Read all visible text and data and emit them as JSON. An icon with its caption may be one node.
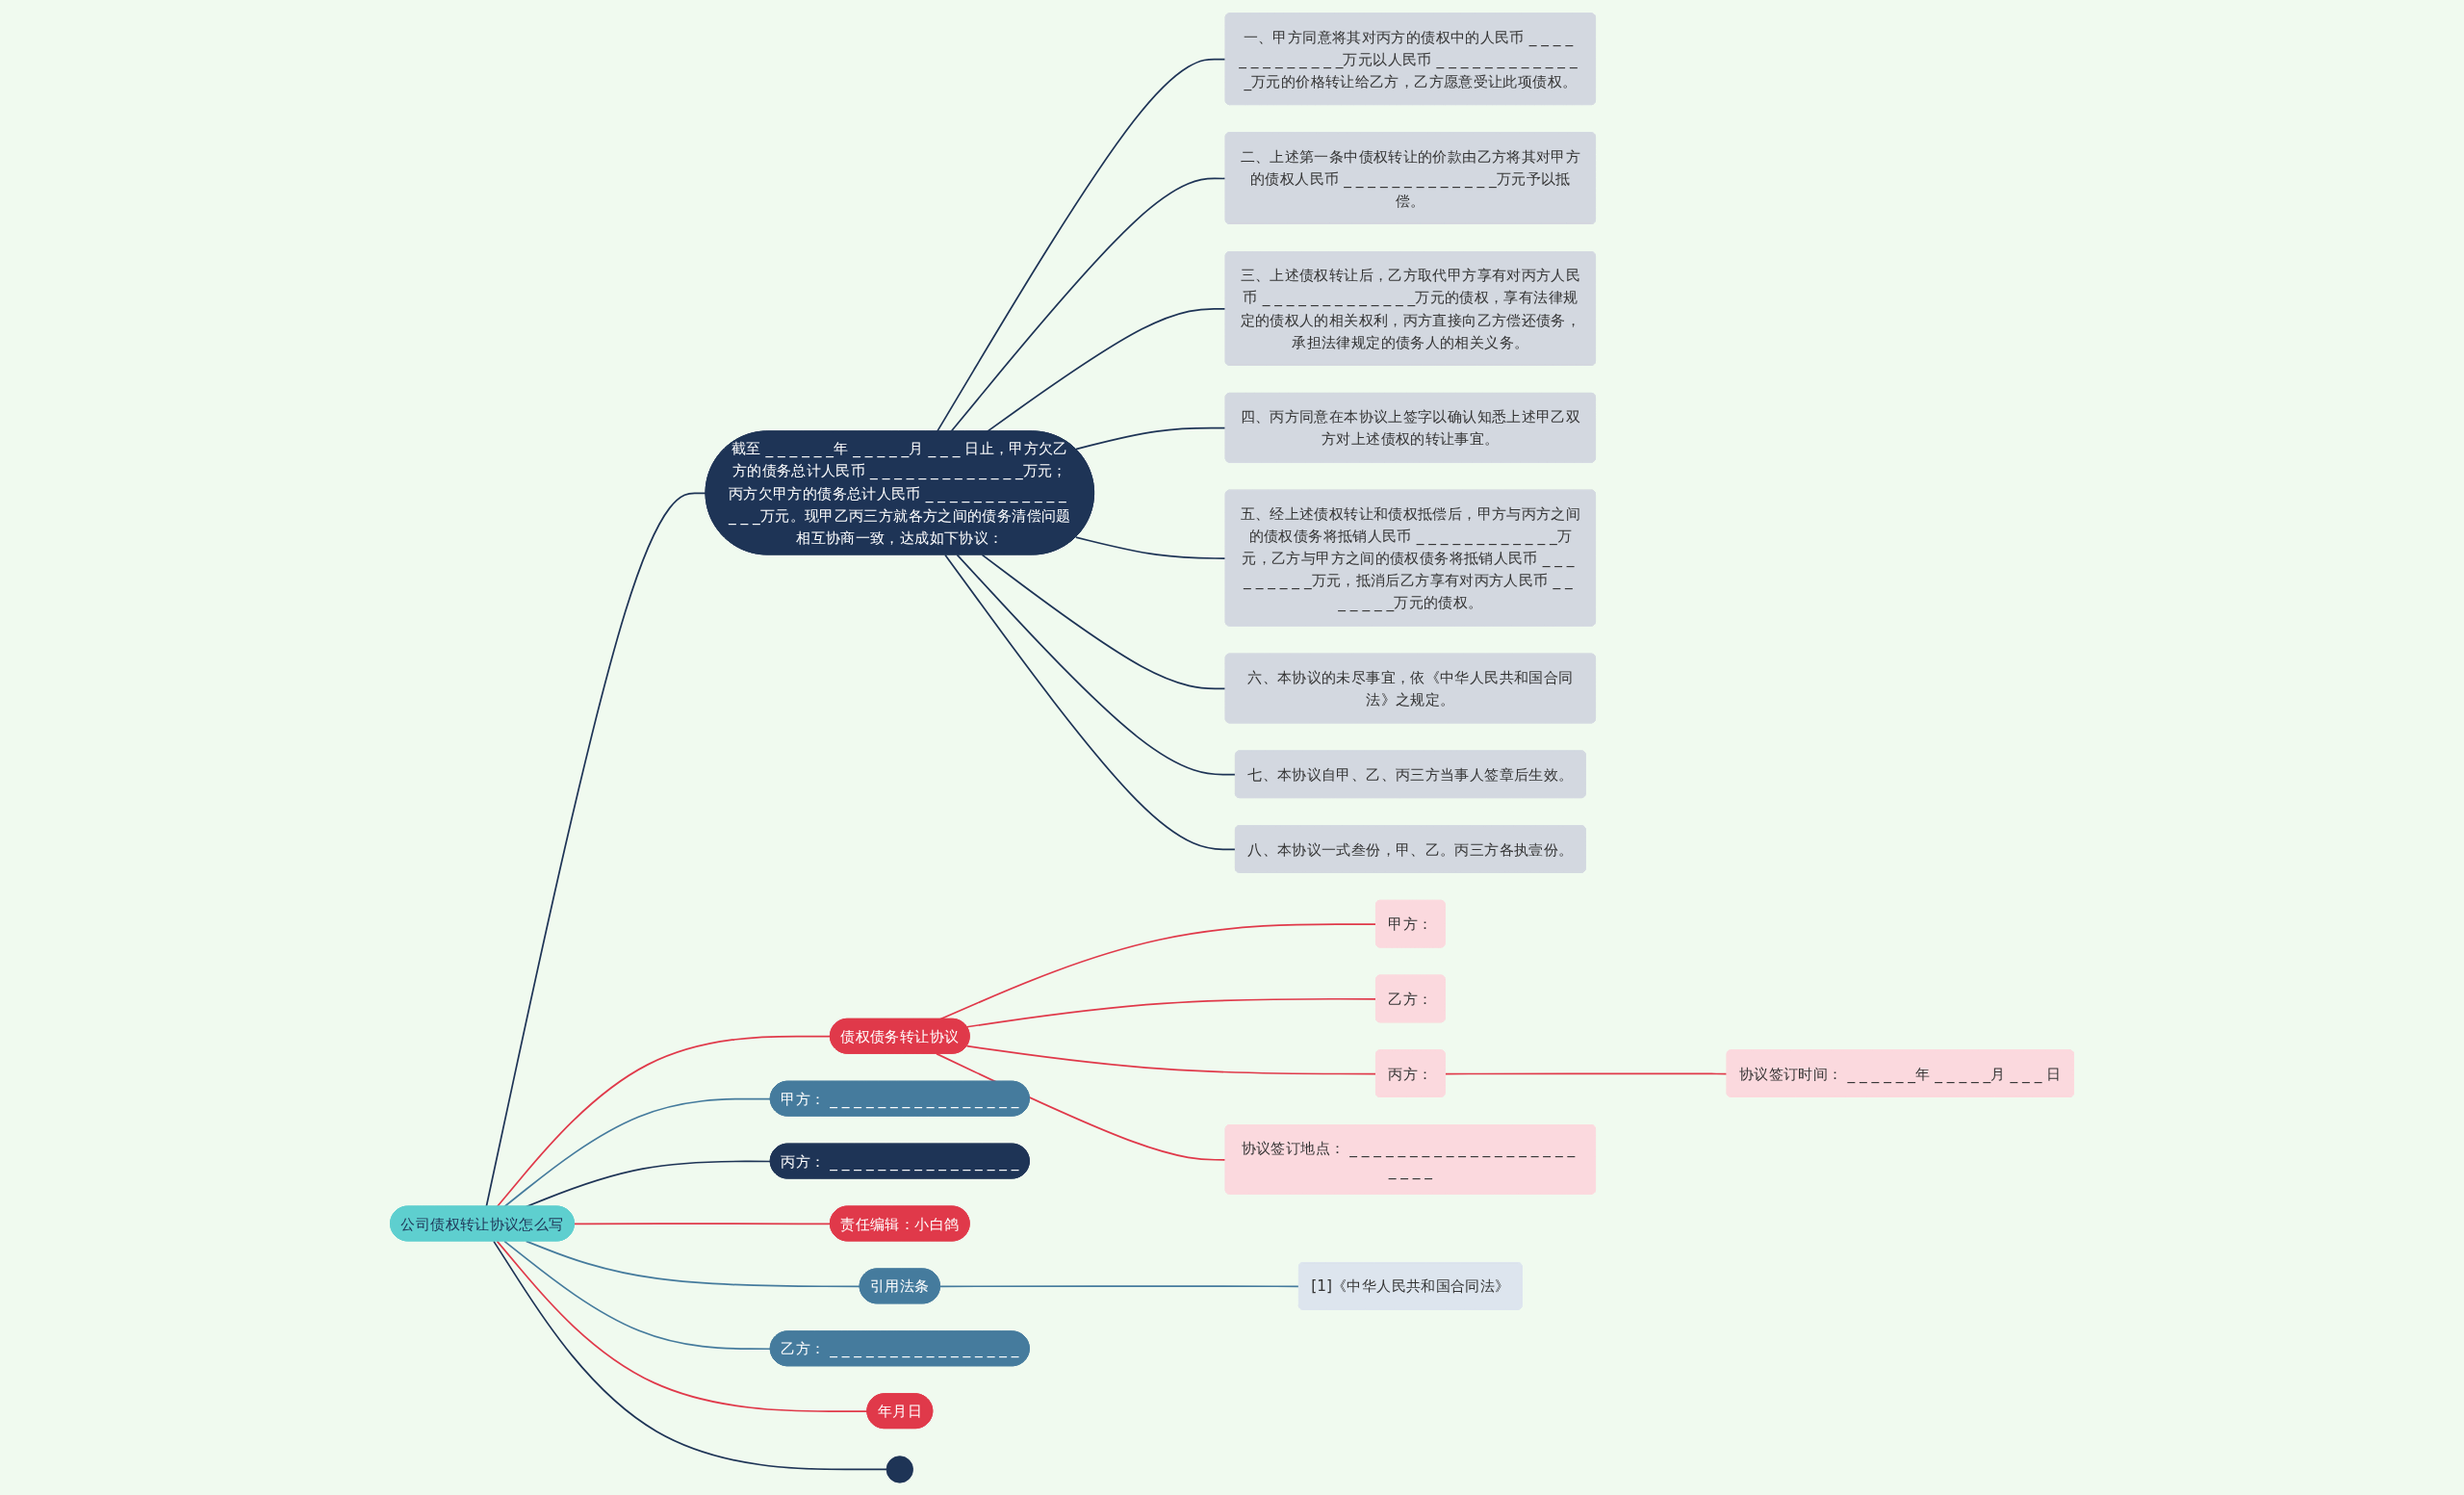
{
  "diagram": {
    "nodes": [
      {
        "text": [
          "公司债权转让协议怎么写"
        ]
      },
      {
        "text": [
          "截至 _ _ _ _ _ _年 _ _ _ _ _月 _ _ _ 日止，甲方欠乙方的债务总计人民币 _ _ _ _ _ _ _ _ _ _ _ _ _万元；丙方欠甲方的债务总计人民币 _ _ _ _ _ _ _ _ _ _ _ _ _ _ _万元。现甲乙丙三方就各方之间的债务清偿问题相互协商一致，达成如下协议："
        ]
      },
      {
        "text": [
          "一、甲方同意将其对丙方的债权中的人民币 _ _ _ _ _ _ _ _ _ _ _ _ _万元以人民币 _ _ _ _ _ _ _ _ _ _ _ _ _万元的价格转让给乙方，乙方愿意受让此项债权。"
        ]
      },
      {
        "text": [
          "二、上述第一条中债权转让的价款由乙方将其对甲方的债权人民币 _ _ _ _ _ _ _ _ _ _ _ _ _万元予以抵偿。"
        ]
      },
      {
        "text": [
          "三、上述债权转让后，乙方取代甲方享有对丙方人民币 _ _ _ _ _ _ _ _ _ _ _ _ _万元的债权，享有法律规定的债权人的相关权利，丙方直接向乙方偿还债务，承担法律规定的债务人的相关义务。"
        ]
      },
      {
        "text": [
          "四、丙方同意在本协议上签字以确认知悉上述甲乙双方对上述债权的转让事宜。"
        ]
      },
      {
        "text": [
          "五、经上述债权转让和债权抵偿后，甲方与丙方之间的债权债务将抵销人民币 _ _ _ _ _ _ _ _ _ _ _ _万元，乙方与甲方之间的债权债务将抵销人民币 _ _ _ _ _ _ _ _ _万元，抵消后乙方享有对丙方人民币 _ _ _ _ _ _ _万元的债权。"
        ]
      },
      {
        "text": [
          "六、本协议的未尽事宜，依《中华人民共和国合同法》之规定。"
        ]
      },
      {
        "text": [
          "七、本协议自甲、乙、丙三方当事人签章后生效。"
        ]
      },
      {
        "text": [
          "八、本协议一式叁份，甲、乙。丙三方各执壹份。"
        ]
      },
      {
        "text": [
          "债权债务转让协议"
        ]
      },
      {
        "text": [
          "甲方："
        ]
      },
      {
        "text": [
          "乙方："
        ]
      },
      {
        "text": [
          "丙方："
        ]
      },
      {
        "text": [
          "协议签订时间： _ _ _ _ _ _年 _ _ _ _ _月 _ _ _ 日"
        ]
      },
      {
        "text": [
          "协议签订地点： _ _ _ _ _ _ _ _ _ _ _ _ _ _ _ _ _ _ _ _ _ _ _"
        ]
      },
      {
        "text": [
          "甲方： _ _ _ _ _ _ _ _ _ _ _ _ _ _ _ _"
        ]
      },
      {
        "text": [
          "丙方： _ _ _ _ _ _ _ _ _ _ _ _ _ _ _ _"
        ]
      },
      {
        "text": [
          "责任编辑：小白鸽"
        ]
      },
      {
        "text": [
          "引用法条"
        ]
      },
      {
        "text": [
          "[1]《中华人民共和国合同法》"
        ]
      },
      {
        "text": [
          "乙方： _ _ _ _ _ _ _ _ _ _ _ _ _ _ _ _"
        ]
      },
      {
        "text": [
          "年月日"
        ]
      },
      {
        "text": [],
        "shape": "circle"
      }
    ],
    "edges": [
      {
        "from": 0,
        "to": 1,
        "arrow": "none"
      },
      {
        "from": 1,
        "to": 2,
        "arrow": "none"
      },
      {
        "from": 1,
        "to": 3,
        "arrow": "none"
      },
      {
        "from": 1,
        "to": 4,
        "arrow": "none"
      },
      {
        "from": 1,
        "to": 5,
        "arrow": "none"
      },
      {
        "from": 1,
        "to": 6,
        "arrow": "none"
      },
      {
        "from": 1,
        "to": 7,
        "arrow": "none"
      },
      {
        "from": 1,
        "to": 8,
        "arrow": "none"
      },
      {
        "from": 1,
        "to": 9,
        "arrow": "none"
      },
      {
        "from": 0,
        "to": 10,
        "arrow": "none",
        "color": "#e0394a"
      },
      {
        "from": 10,
        "to": 11,
        "arrow": "none",
        "color": "#e0394a"
      },
      {
        "from": 10,
        "to": 12,
        "arrow": "none",
        "color": "#e0394a"
      },
      {
        "from": 10,
        "to": 13,
        "arrow": "none",
        "color": "#e0394a"
      },
      {
        "from": 13,
        "to": 14,
        "arrow": "none",
        "color": "#e0394a"
      },
      {
        "from": 10,
        "to": 15,
        "arrow": "none",
        "color": "#e0394a"
      },
      {
        "from": 0,
        "to": 16,
        "arrow": "none",
        "color": "#457b9d"
      },
      {
        "from": 0,
        "to": 17,
        "arrow": "none"
      },
      {
        "from": 0,
        "to": 18,
        "arrow": "none",
        "color": "#e0394a"
      },
      {
        "from": 0,
        "to": 19,
        "arrow": "none",
        "color": "#457b9d"
      },
      {
        "from": 19,
        "to": 20,
        "arrow": "none",
        "color": "#457b9d"
      },
      {
        "from": 0,
        "to": 21,
        "arrow": "none",
        "color": "#457b9d"
      },
      {
        "from": 0,
        "to": 22,
        "arrow": "none",
        "color": "#e0394a"
      },
      {
        "from": 0,
        "to": 23,
        "arrow": "none"
      }
    ]
  }
}
